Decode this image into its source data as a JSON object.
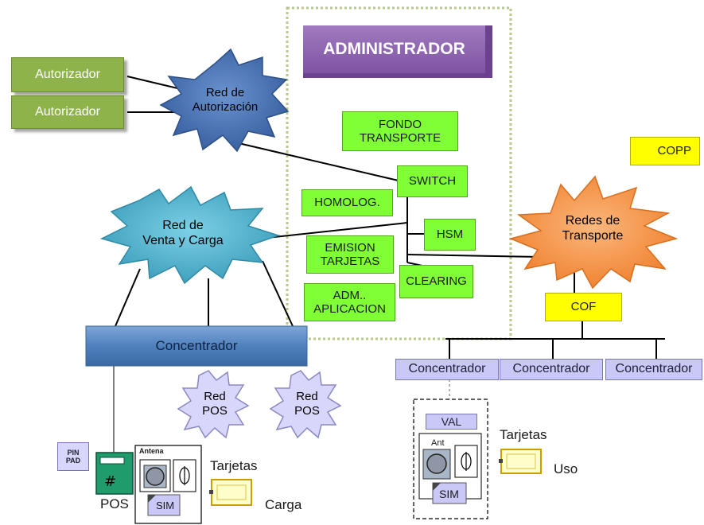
{
  "administrador": "ADMINISTRADOR",
  "autorizadores": [
    "Autorizador",
    "Autorizador"
  ],
  "clouds": {
    "red_autorizacion": "Red de\nAutorización",
    "red_venta": "Red de\nVenta y Carga",
    "redes_transporte": "Redes de\nTransporte",
    "red_pos": "Red\nPOS"
  },
  "admin_boxes": {
    "fondo": "FONDO\nTRANSPORTE",
    "switch": "SWITCH",
    "homolog": "HOMOLOG.",
    "hsm": "HSM",
    "emision": "EMISION\nTARJETAS",
    "clearing": "CLEARING",
    "adm_aplicacion": "ADM..\nAPLICACION"
  },
  "copp": "COPP",
  "cof": "COF",
  "concentrador": "Concentrador",
  "pos": {
    "pin_pad": "PIN\nPAD",
    "pos_label": "POS",
    "antena": "Antena",
    "sim": "SIM",
    "tarjetas": "Tarjetas",
    "carga": "Carga"
  },
  "validator": {
    "val": "VAL",
    "ant": "Ant",
    "sim": "SIM",
    "tarjetas": "Tarjetas",
    "uso": "Uso"
  },
  "colors": {
    "admin_purple": "#8e5fad",
    "green_box": "#80ff36",
    "olive_box": "#8db34a",
    "yellow_box": "#ffff00",
    "lavender_box": "#c9c8f7",
    "concentrador_blue": "#4f81bd",
    "cloud_dark_blue": "#4a74b5",
    "cloud_teal": "#4bacc6",
    "cloud_orange": "#f79646",
    "cloud_pos": "#d8d7fb"
  }
}
